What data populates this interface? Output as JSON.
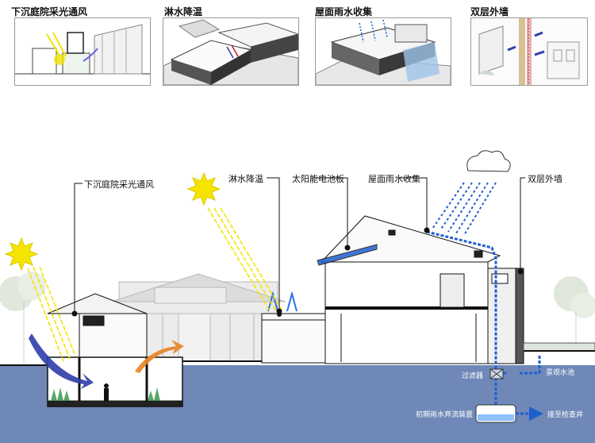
{
  "thumbnails": [
    {
      "title": "下沉庭院采光通风"
    },
    {
      "title": "淋水降温"
    },
    {
      "title": "屋面雨水收集"
    },
    {
      "title": "双层外墙"
    }
  ],
  "callouts": {
    "courtyard": "下沉庭院采光通风",
    "spray": "淋水降温",
    "solar": "太阳能电池板",
    "rain": "屋面雨水收集",
    "double_wall": "双层外墙"
  },
  "water_labels": {
    "filter": "过滤器",
    "pond": "景观水池",
    "diverter": "初期雨水弃流装置",
    "manhole": "接至检查井"
  },
  "colors": {
    "ground": "#6f88b8",
    "sun": "#f4e400",
    "arrow_blue": "#2d3da8",
    "arrow_orange": "#e8882c",
    "rain_blue": "#1e5fd0"
  }
}
